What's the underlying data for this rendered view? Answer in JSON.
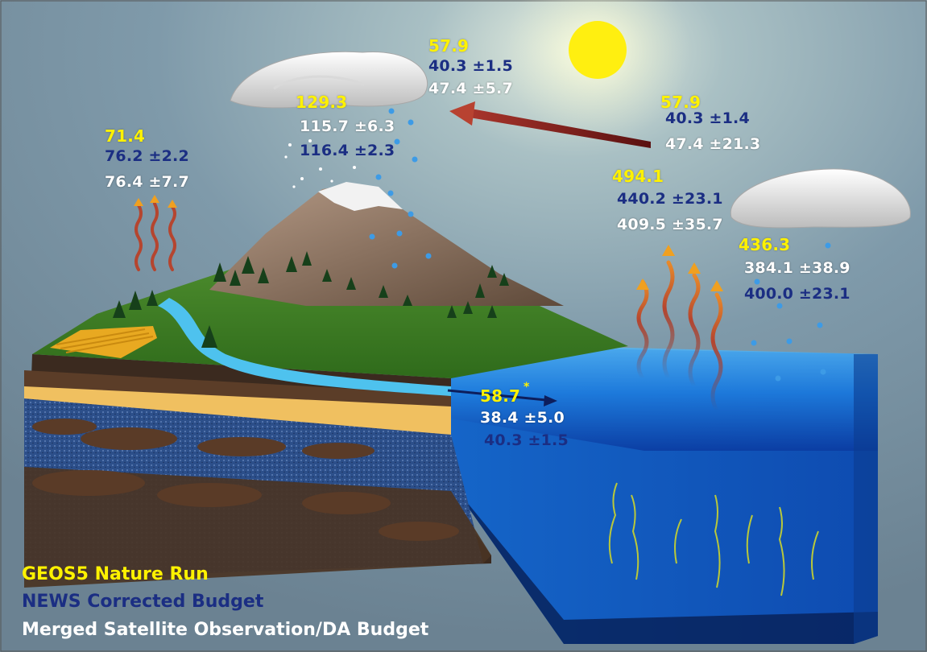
{
  "colors": {
    "geos5": "#fff200",
    "news": "#1b2e83",
    "merged": "#ffffff",
    "background": "#7f9aaa"
  },
  "legend": {
    "geos5": "GEOS5 Nature Run",
    "news": "NEWS Corrected Budget",
    "merged": "Merged Satellite Observation/DA Budget"
  },
  "fluxes": {
    "land_et": {
      "geos5": "71.4",
      "news": "76.2 ±2.2",
      "merged": "76.4 ±7.7"
    },
    "land_precip": {
      "geos5": "129.3",
      "merged": "115.7 ±6.3",
      "news": "116.4 ±2.3"
    },
    "transport_upper": {
      "geos5": "57.9",
      "news": "40.3 ±1.5",
      "merged": "47.4 ±5.7"
    },
    "transport_lower": {
      "geos5": "57.9",
      "news": "40.3 ±1.4",
      "merged": "47.4 ±21.3"
    },
    "ocean_evap": {
      "geos5": "494.1",
      "news": "440.2 ±23.1",
      "merged": "409.5 ±35.7"
    },
    "ocean_precip": {
      "geos5": "436.3",
      "merged": "384.1 ±38.9",
      "news": "400.0 ±23.1"
    },
    "runoff": {
      "geos5": "58.7",
      "geos5_mark": "*",
      "merged": "38.4 ±5.0",
      "news": "40.3 ±1.5"
    }
  }
}
